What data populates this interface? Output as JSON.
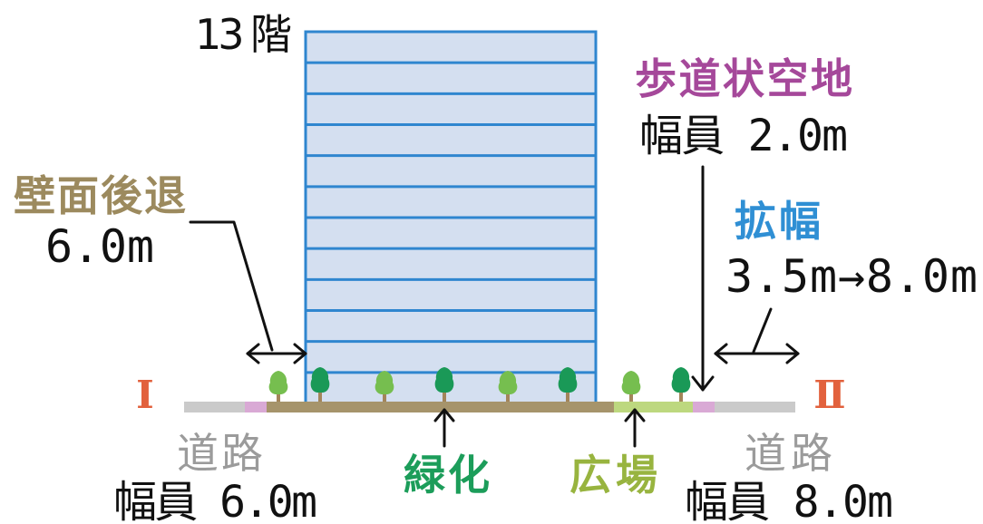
{
  "building": {
    "floors_label": "13 階"
  },
  "markers": {
    "left": "Ⅰ",
    "right": "Ⅱ"
  },
  "setback": {
    "title": "壁面後退",
    "width": "6.0m"
  },
  "sidewalk_space": {
    "title": "歩道状空地",
    "width": "幅員 2.0m"
  },
  "widening": {
    "title": "拡幅",
    "width": "3.5m→8.0m"
  },
  "road_left": {
    "title": "道路",
    "width": "幅員 6.0m"
  },
  "road_right": {
    "title": "道路",
    "width": "幅員 8.0m"
  },
  "greenery": {
    "title": "緑化"
  },
  "plaza": {
    "title": "広場"
  },
  "colors": {
    "building_fill": "#d4dff0",
    "building_stroke": "#2f86cf",
    "setback": "#9c8a5e",
    "sidewalk_space": "#a5489a",
    "widening": "#2f8fd4",
    "road": "#9b9b9b",
    "greenery": "#1c9d5a",
    "plaza": "#98b43f",
    "marker": "#e2613d",
    "text": "#111111",
    "ground_road": "#cacaca",
    "ground_sidewalk": "#d9a9d5",
    "ground_setback": "#a6946b",
    "ground_plaza": "#bdd87f",
    "tree_dark": "#1a9957",
    "tree_light": "#76be4f",
    "tree_trunk": "#a3855a"
  }
}
